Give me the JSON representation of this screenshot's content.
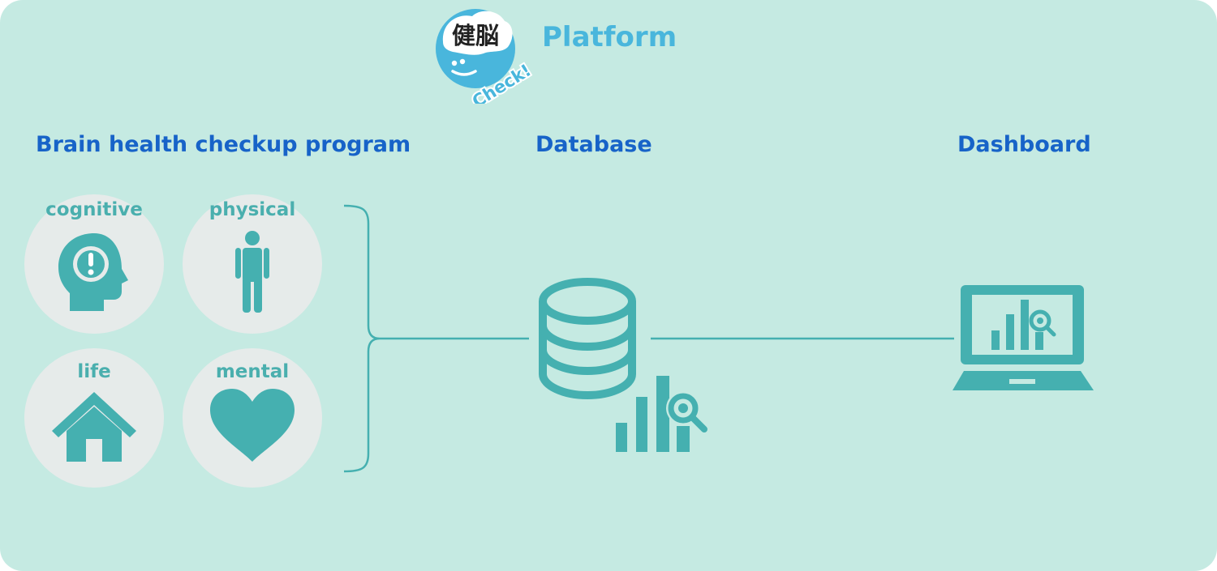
{
  "logo": {
    "kanji": "健脳",
    "check": "Check!"
  },
  "platform_title": "Platform",
  "headings": {
    "program": "Brain health checkup program",
    "database": "Database",
    "dashboard": "Dashboard"
  },
  "categories": [
    {
      "label": "cognitive",
      "icon": "head-exclamation-icon"
    },
    {
      "label": "physical",
      "icon": "person-icon"
    },
    {
      "label": "life",
      "icon": "house-icon"
    },
    {
      "label": "mental",
      "icon": "heart-icon"
    }
  ],
  "colors": {
    "panel": "#c5eae2",
    "teal": "#45b0b0",
    "heading": "#1763c8",
    "platform": "#49b6dc",
    "circle": "#e6ebea"
  }
}
